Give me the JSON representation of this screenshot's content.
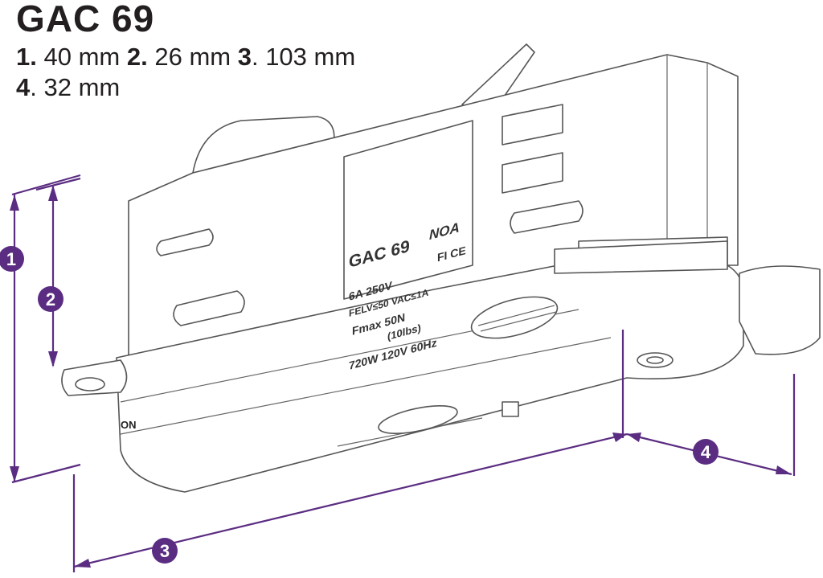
{
  "title": "GAC 69",
  "dimensions": [
    {
      "num": "1.",
      "value": "40 mm"
    },
    {
      "num": "2.",
      "value": "26 mm"
    },
    {
      "num": "3",
      "value": ". 103 mm"
    },
    {
      "num": "4",
      "value": ". 32 mm"
    }
  ],
  "callouts": [
    "1",
    "2",
    "3",
    "4"
  ],
  "label_plate": {
    "model": "GAC 69",
    "brand": "NOA",
    "marks": "FI CE",
    "line1": "6A  250V",
    "line2": "FELV≤50 VAC≤1A",
    "line3": "Fmax  50N",
    "line4": "(10lbs)",
    "line5": "720W 120V 60Hz"
  },
  "switch_label": "ON",
  "colors": {
    "accent": "#5b2d82",
    "text": "#231f20"
  }
}
